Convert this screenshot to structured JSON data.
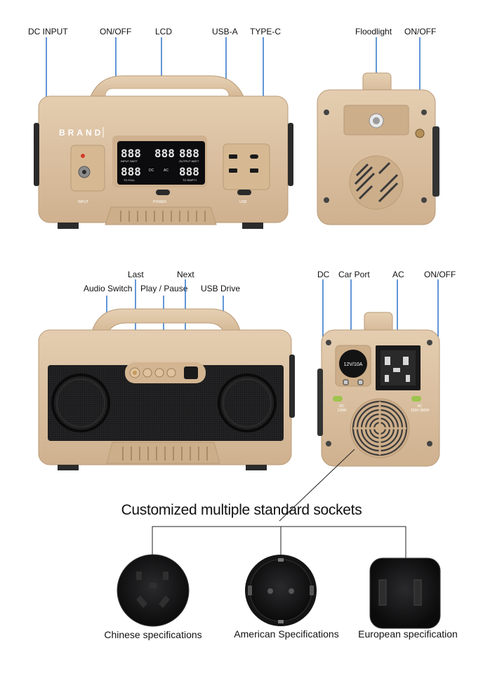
{
  "callouts": {
    "dc_input": "DC INPUT",
    "on_off_front": "ON/OFF",
    "lcd": "LCD",
    "usb_a": "USB-A",
    "type_c": "TYPE-C",
    "floodlight": "Floodlight",
    "on_off_side": "ON/OFF",
    "last": "Last",
    "next": "Next",
    "audio_switch": "Audio Switch",
    "play_pause": "Play / Pause",
    "usb_drive": "USB Drive",
    "dc": "DC",
    "car_port": "Car Port",
    "ac": "AC",
    "on_off_back": "ON/OFF"
  },
  "device": {
    "brand": "BRAND",
    "input_label": "INPUT",
    "power_label": "POWER",
    "usb_label": "USB",
    "lcd_input_watt": "INPUT WATT",
    "lcd_output_watt": "OUTPUT WATT",
    "lcd_to_full": "TO FULL",
    "lcd_to_empty": "TO EMPTY",
    "lcd_digits": "888",
    "lcd_percent": "%",
    "lcd_dc": "DC",
    "lcd_ac": "AC",
    "car_port_rating": "12V/10A",
    "dc_rating_1": "DC",
    "dc_rating_2": "120W",
    "ac_rating_1": "AC",
    "ac_rating_2": "220V 300W"
  },
  "headline": "Customized multiple standard sockets",
  "specs": [
    {
      "label": "Chinese specifications"
    },
    {
      "label": "American Specifications"
    },
    {
      "label": "European specification"
    }
  ],
  "colors": {
    "body": "#d9bf9e",
    "body_dark": "#c9ab87",
    "line": "#2f74c8",
    "screen": "#0c0c0e",
    "speaker": "#1e1e20"
  }
}
